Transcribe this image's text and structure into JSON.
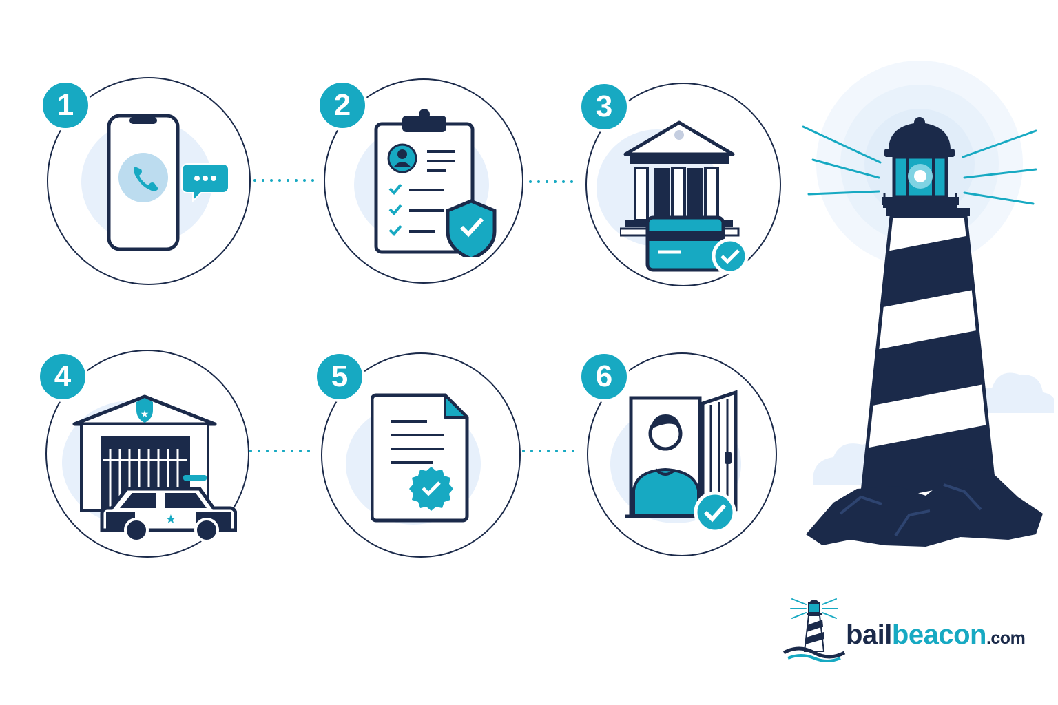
{
  "steps": [
    {
      "number": "1",
      "icon": "phone-call-chat-icon"
    },
    {
      "number": "2",
      "icon": "clipboard-checklist-shield-icon"
    },
    {
      "number": "3",
      "icon": "courthouse-payment-card-icon"
    },
    {
      "number": "4",
      "icon": "jail-police-car-icon"
    },
    {
      "number": "5",
      "icon": "certified-document-icon"
    },
    {
      "number": "6",
      "icon": "released-person-door-icon"
    }
  ],
  "brand": {
    "name_part1": "bail",
    "name_part2": "beacon",
    "tld": ".com"
  },
  "colors": {
    "navy": "#1b2a4a",
    "teal": "#17a9c2",
    "halo": "#e7f0fb",
    "white": "#ffffff"
  }
}
